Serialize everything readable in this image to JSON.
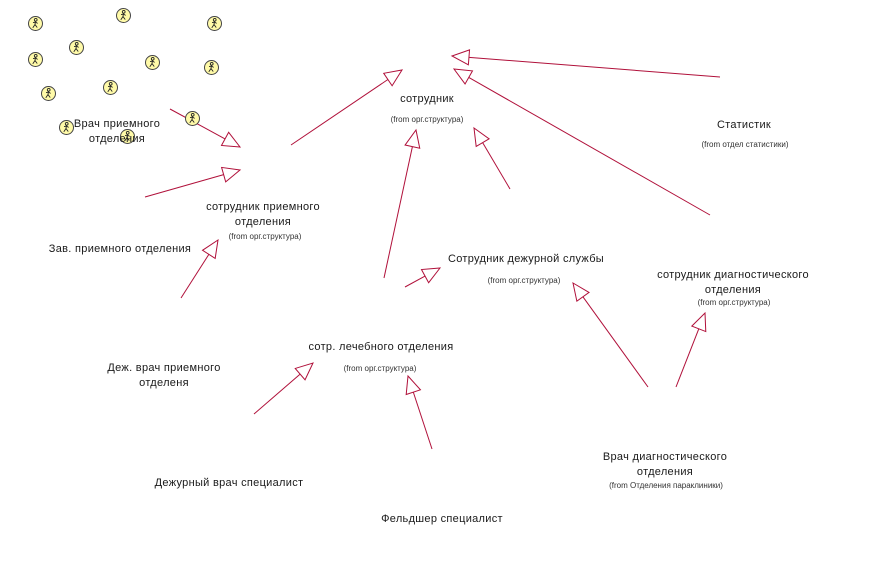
{
  "diagram": {
    "line_color": "#b0103a",
    "actor_fill": "#fffaa8",
    "actor_icon": "walking-person-icon",
    "nodes": [
      {
        "id": "sotrudnik",
        "name": "сотрудник",
        "from": "(from орг.структура)"
      },
      {
        "id": "statistik",
        "name": "Статистик",
        "from": "(from отдел статистики)"
      },
      {
        "id": "vrach_priemnogo",
        "name": "Врач приемного отделения",
        "from": ""
      },
      {
        "id": "sotrudnik_priemnogo",
        "name": "сотрудник приемного отделения",
        "from": "(from орг.структура)"
      },
      {
        "id": "zav_priemnogo",
        "name": "Зав. приемного отделения",
        "from": ""
      },
      {
        "id": "dezhurnoy_sluzhby",
        "name": "Сотрудник дежурной службы",
        "from": "(from орг.структура)"
      },
      {
        "id": "diagnosticheskogo",
        "name": "сотрудник диагностического отделения",
        "from": "(from орг.структура)"
      },
      {
        "id": "lechebnogo",
        "name": "сотр. лечебного отделения",
        "from": "(from орг.структура)"
      },
      {
        "id": "dezh_vrach_priemnogo",
        "name": "Деж. врач приемного отделеня",
        "from": ""
      },
      {
        "id": "vrach_diagnosticheskogo",
        "name": "Врач диагностического отделения",
        "from": "(from Отделения параклиники)"
      },
      {
        "id": "dezhurny_specialist",
        "name": "Дежурный врач специалист",
        "from": ""
      },
      {
        "id": "feldsher",
        "name": "Фельдшер специалист",
        "from": ""
      }
    ],
    "generalizations": [
      {
        "from": "statistik",
        "to": "sotrudnik"
      },
      {
        "from": "sotrudnik_priemnogo",
        "to": "sotrudnik"
      },
      {
        "from": "lechebnogo",
        "to": "sotrudnik"
      },
      {
        "from": "dezhurnoy_sluzhby",
        "to": "sotrudnik"
      },
      {
        "from": "diagnosticheskogo",
        "to": "sotrudnik"
      },
      {
        "from": "vrach_priemnogo",
        "to": "sotrudnik_priemnogo"
      },
      {
        "from": "zav_priemnogo",
        "to": "sotrudnik_priemnogo"
      },
      {
        "from": "dezh_vrach_priemnogo",
        "to": "sotrudnik_priemnogo"
      },
      {
        "from": "lechebnogo",
        "to": "dezhurnoy_sluzhby"
      },
      {
        "from": "vrach_diagnosticheskogo",
        "to": "dezhurnoy_sluzhby"
      },
      {
        "from": "vrach_diagnosticheskogo",
        "to": "diagnosticheskogo"
      },
      {
        "from": "dezhurny_specialist",
        "to": "lechebnogo"
      },
      {
        "from": "feldsher",
        "to": "lechebnogo"
      }
    ]
  }
}
